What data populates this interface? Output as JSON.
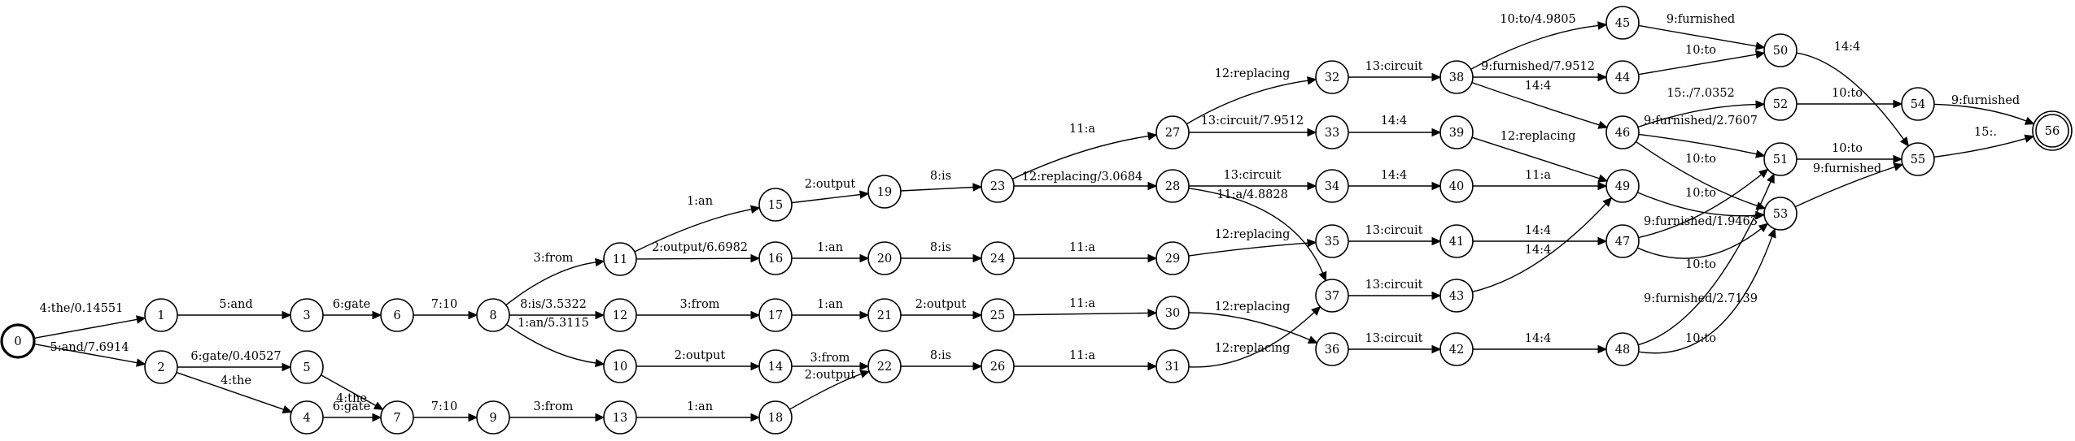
{
  "graph": {
    "type": "weighted-finite-state-automaton",
    "start_state": "0",
    "final_states": [
      "56"
    ],
    "states": [
      "0",
      "1",
      "2",
      "3",
      "4",
      "5",
      "6",
      "7",
      "8",
      "9",
      "10",
      "11",
      "12",
      "13",
      "14",
      "15",
      "16",
      "17",
      "18",
      "19",
      "20",
      "21",
      "22",
      "23",
      "24",
      "25",
      "26",
      "27",
      "28",
      "29",
      "30",
      "31",
      "32",
      "33",
      "34",
      "35",
      "36",
      "37",
      "38",
      "39",
      "40",
      "41",
      "42",
      "43",
      "44",
      "45",
      "46",
      "47",
      "48",
      "49",
      "50",
      "51",
      "52",
      "53",
      "54",
      "55",
      "56"
    ],
    "arcs": [
      {
        "from": "0",
        "to": "1",
        "label": "4:the/0.14551"
      },
      {
        "from": "0",
        "to": "2",
        "label": "5:and/7.6914"
      },
      {
        "from": "1",
        "to": "3",
        "label": "5:and"
      },
      {
        "from": "2",
        "to": "5",
        "label": "6:gate/0.40527"
      },
      {
        "from": "2",
        "to": "4",
        "label": "4:the"
      },
      {
        "from": "3",
        "to": "6",
        "label": "6:gate"
      },
      {
        "from": "5",
        "to": "7",
        "label": "4:the"
      },
      {
        "from": "4",
        "to": "7",
        "label": "6:gate"
      },
      {
        "from": "6",
        "to": "8",
        "label": "7:10"
      },
      {
        "from": "7",
        "to": "9",
        "label": "7:10"
      },
      {
        "from": "8",
        "to": "11",
        "label": "3:from"
      },
      {
        "from": "8",
        "to": "12",
        "label": "8:is/3.5322"
      },
      {
        "from": "8",
        "to": "10",
        "label": "1:an/5.3115"
      },
      {
        "from": "9",
        "to": "13",
        "label": "3:from"
      },
      {
        "from": "11",
        "to": "15",
        "label": "1:an"
      },
      {
        "from": "11",
        "to": "16",
        "label": "2:output/6.6982"
      },
      {
        "from": "12",
        "to": "17",
        "label": "3:from"
      },
      {
        "from": "10",
        "to": "14",
        "label": "2:output"
      },
      {
        "from": "13",
        "to": "18",
        "label": "1:an"
      },
      {
        "from": "15",
        "to": "19",
        "label": "2:output"
      },
      {
        "from": "16",
        "to": "20",
        "label": "1:an"
      },
      {
        "from": "17",
        "to": "21",
        "label": "1:an"
      },
      {
        "from": "14",
        "to": "22",
        "label": "3:from"
      },
      {
        "from": "18",
        "to": "22",
        "label": "2:output"
      },
      {
        "from": "19",
        "to": "23",
        "label": "8:is"
      },
      {
        "from": "20",
        "to": "24",
        "label": "8:is"
      },
      {
        "from": "21",
        "to": "25",
        "label": "2:output"
      },
      {
        "from": "22",
        "to": "26",
        "label": "8:is"
      },
      {
        "from": "23",
        "to": "27",
        "label": "11:a"
      },
      {
        "from": "23",
        "to": "28",
        "label": "12:replacing/3.0684"
      },
      {
        "from": "24",
        "to": "29",
        "label": "11:a"
      },
      {
        "from": "25",
        "to": "30",
        "label": "11:a"
      },
      {
        "from": "26",
        "to": "31",
        "label": "11:a"
      },
      {
        "from": "27",
        "to": "32",
        "label": "12:replacing"
      },
      {
        "from": "27",
        "to": "33",
        "label": "13:circuit/7.9512"
      },
      {
        "from": "28",
        "to": "34",
        "label": "13:circuit"
      },
      {
        "from": "28",
        "to": "37",
        "label": "11:a/4.8828"
      },
      {
        "from": "29",
        "to": "35",
        "label": "12:replacing"
      },
      {
        "from": "30",
        "to": "36",
        "label": "12:replacing"
      },
      {
        "from": "31",
        "to": "37",
        "label": "12:replacing"
      },
      {
        "from": "32",
        "to": "38",
        "label": "13:circuit"
      },
      {
        "from": "33",
        "to": "39",
        "label": "14:4"
      },
      {
        "from": "34",
        "to": "40",
        "label": "14:4"
      },
      {
        "from": "35",
        "to": "41",
        "label": "13:circuit"
      },
      {
        "from": "36",
        "to": "42",
        "label": "13:circuit"
      },
      {
        "from": "37",
        "to": "43",
        "label": "13:circuit"
      },
      {
        "from": "38",
        "to": "45",
        "label": "10:to/4.9805"
      },
      {
        "from": "38",
        "to": "44",
        "label": "9:furnished/7.9512"
      },
      {
        "from": "38",
        "to": "46",
        "label": "14:4"
      },
      {
        "from": "39",
        "to": "49",
        "label": "12:replacing"
      },
      {
        "from": "40",
        "to": "49",
        "label": "11:a"
      },
      {
        "from": "41",
        "to": "47",
        "label": "14:4"
      },
      {
        "from": "43",
        "to": "49",
        "label": "14:4"
      },
      {
        "from": "42",
        "to": "48",
        "label": "14:4"
      },
      {
        "from": "45",
        "to": "50",
        "label": "9:furnished"
      },
      {
        "from": "44",
        "to": "50",
        "label": "10:to"
      },
      {
        "from": "46",
        "to": "52",
        "label": "15:./7.0352"
      },
      {
        "from": "46",
        "to": "51",
        "label": "9:furnished/2.7607"
      },
      {
        "from": "46",
        "to": "53",
        "label": "10:to"
      },
      {
        "from": "49",
        "to": "53",
        "label": "10:to"
      },
      {
        "from": "47",
        "to": "51",
        "label": "9:furnished/1.9463"
      },
      {
        "from": "47",
        "to": "53",
        "label": "10:to"
      },
      {
        "from": "48",
        "to": "51",
        "label": "9:furnished/2.7139"
      },
      {
        "from": "48",
        "to": "53",
        "label": "10:to"
      },
      {
        "from": "50",
        "to": "55",
        "label": "14:4"
      },
      {
        "from": "52",
        "to": "54",
        "label": "10:to"
      },
      {
        "from": "51",
        "to": "55",
        "label": "10:to"
      },
      {
        "from": "53",
        "to": "55",
        "label": "9:furnished"
      },
      {
        "from": "54",
        "to": "56",
        "label": "9:furnished"
      },
      {
        "from": "55",
        "to": "56",
        "label": "15:."
      }
    ]
  }
}
